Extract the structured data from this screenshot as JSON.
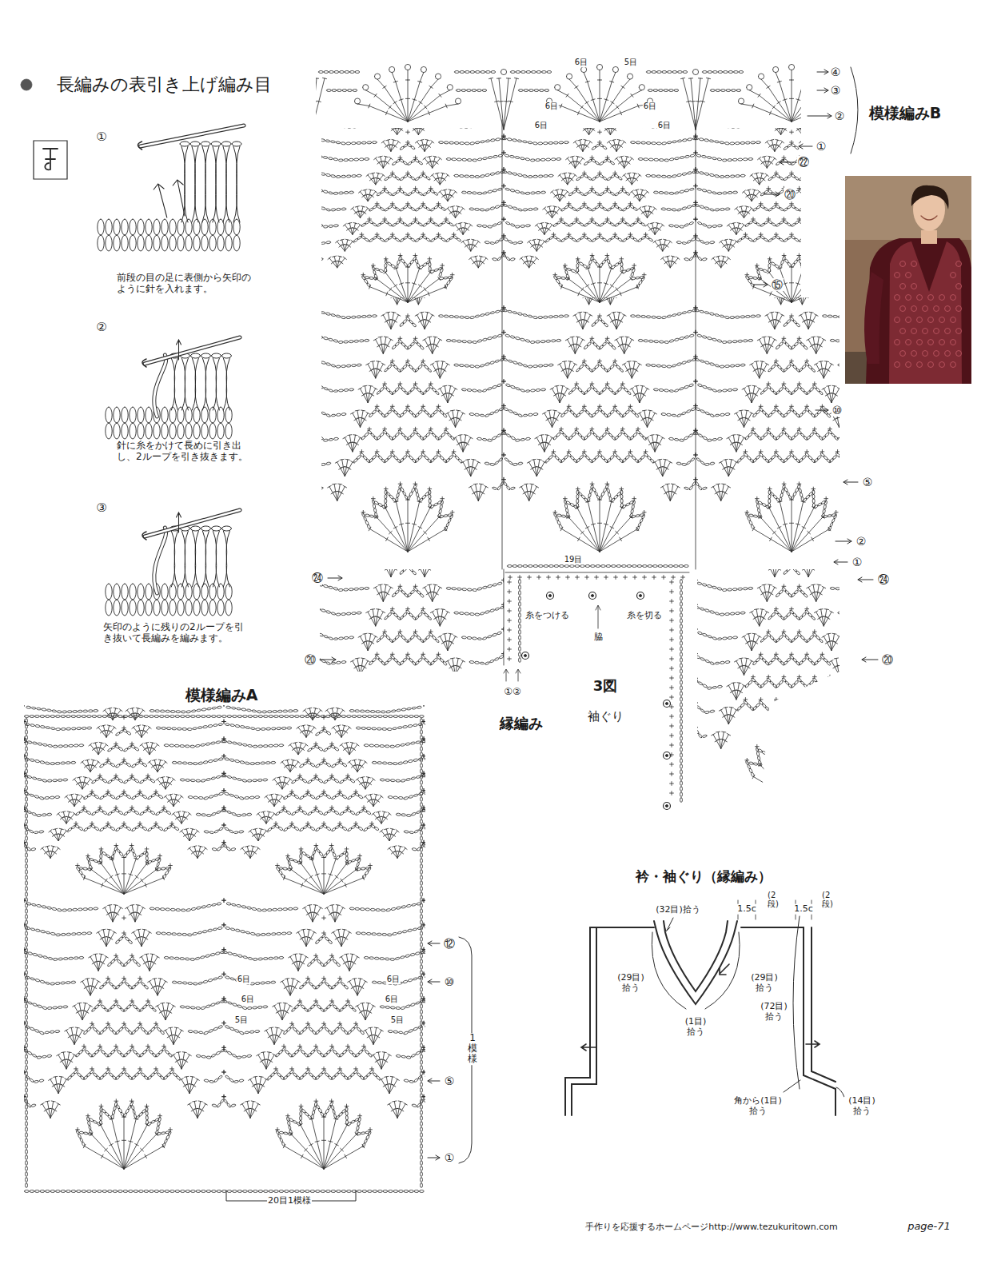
{
  "diagram": {
    "labels": [
      "長編みの表引き上げ編み目",
      "①",
      "前段の目の足に表側から矢印のように針を入れます。",
      "②",
      "針に糸をかけて長めに引き出し、2ループを引き抜きます。",
      "③",
      "矢印のように残りの2ループを引き抜いて長編みを編みます。",
      "6目",
      "5目",
      "6目",
      "6目",
      "6目",
      "6目",
      "④",
      "③",
      "②",
      "模様編みB",
      "①",
      "㉒",
      "⑳",
      "⑮",
      "⑩",
      "⑤",
      "②",
      "①",
      "㉔",
      "㉔",
      "19目",
      "糸をつける",
      "脇",
      "糸を切る",
      "⑳",
      "⑳",
      "①②",
      "3図",
      "縁編み",
      "袖ぐり",
      "模様編みA",
      "⑫",
      "⑩",
      "6目",
      "6目",
      "6目",
      "6目",
      "5目",
      "5目",
      "1模様",
      "⑤",
      "①",
      "20目1模様",
      "衿・袖ぐり（縁編み）",
      "(32目)拾う",
      "1.5c",
      "(2段)",
      "1.5c",
      "(2段)",
      "(29目)拾う",
      "(29目)拾う",
      "(1目)拾う",
      "(72目)拾う",
      "角から(1目)拾う",
      "(14目)拾う",
      "手作りを応援するホームページhttp://www.tezukuritown.com",
      "page-71"
    ]
  }
}
